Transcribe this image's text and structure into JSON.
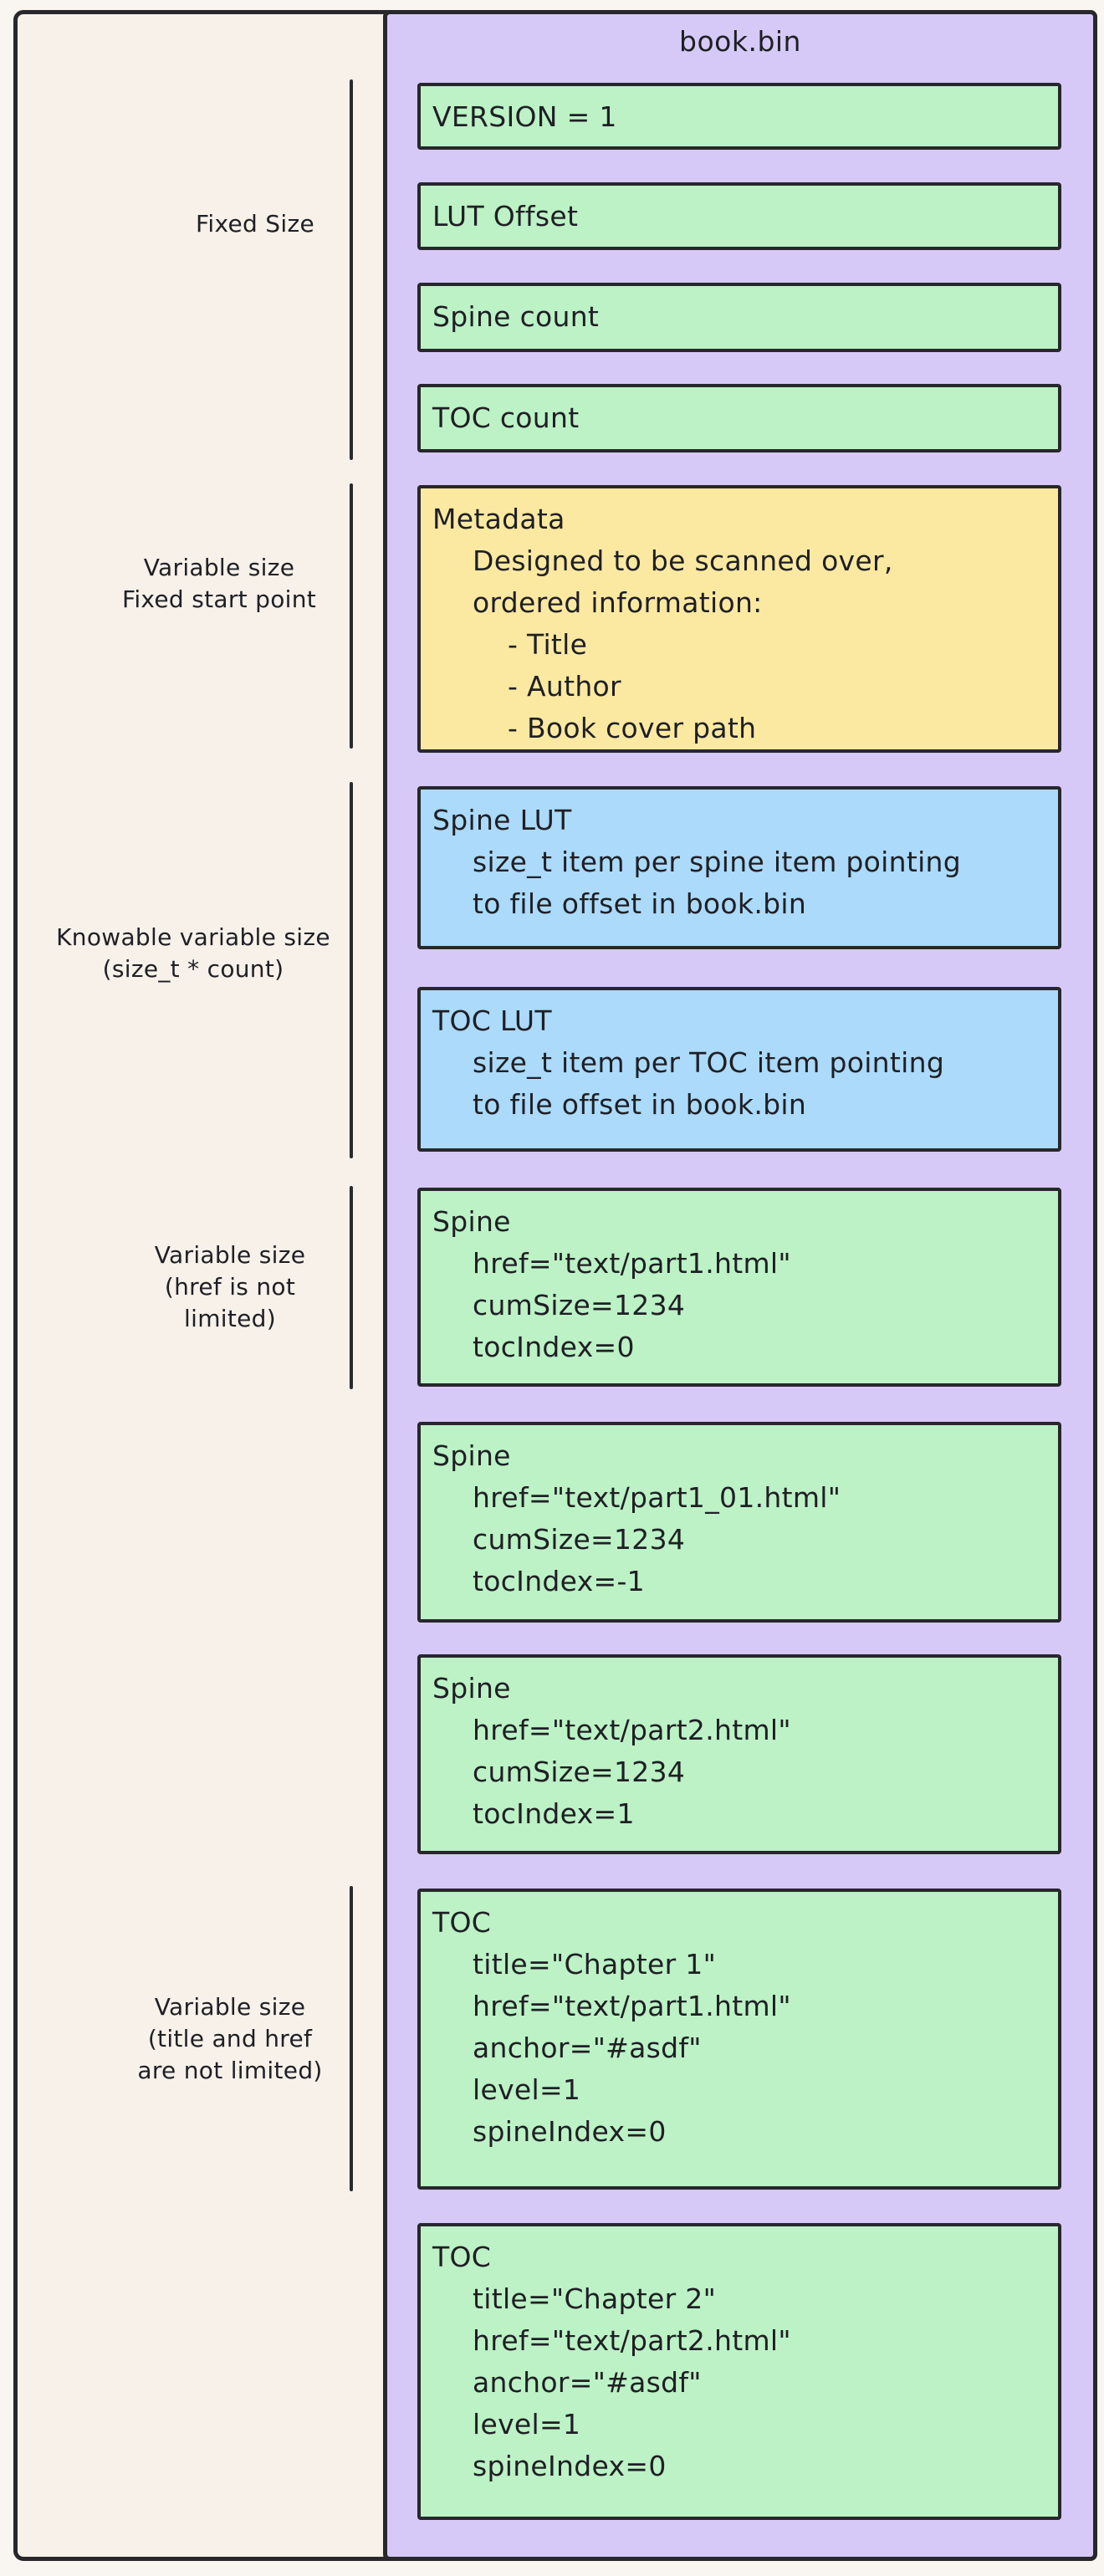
{
  "canvas": {
    "background": "#f7f1ea",
    "stroke": "#27272c"
  },
  "palette": {
    "purple": "#d6c9f7",
    "green": "#bcf2c6",
    "yellow": "#fbe9a2",
    "blue": "#abdafb"
  },
  "panel": {
    "title": "book.bin",
    "boxes": [
      {
        "name": "version",
        "color": "green",
        "lines": [
          "VERSION = 1"
        ]
      },
      {
        "name": "lut-offset",
        "color": "green",
        "lines": [
          "LUT Offset"
        ]
      },
      {
        "name": "spine-count",
        "color": "green",
        "lines": [
          "Spine count"
        ]
      },
      {
        "name": "toc-count",
        "color": "green",
        "lines": [
          "TOC count"
        ]
      },
      {
        "name": "metadata",
        "color": "yellow",
        "lines": [
          "Metadata",
          "Designed to be scanned over,",
          "ordered information:",
          "- Title",
          "- Author",
          "- Book cover path"
        ]
      },
      {
        "name": "spine-lut",
        "color": "blue",
        "lines": [
          "Spine LUT",
          "size_t item per spine item pointing",
          "to file offset in book.bin"
        ]
      },
      {
        "name": "toc-lut",
        "color": "blue",
        "lines": [
          "TOC LUT",
          "size_t item per TOC item pointing",
          "to file offset in book.bin"
        ]
      },
      {
        "name": "spine-1",
        "color": "green",
        "lines": [
          "Spine",
          "href=\"text/part1.html\"",
          "cumSize=1234",
          "tocIndex=0"
        ]
      },
      {
        "name": "spine-2",
        "color": "green",
        "lines": [
          "Spine",
          "href=\"text/part1_01.html\"",
          "cumSize=1234",
          "tocIndex=-1"
        ]
      },
      {
        "name": "spine-3",
        "color": "green",
        "lines": [
          "Spine",
          "href=\"text/part2.html\"",
          "cumSize=1234",
          "tocIndex=1"
        ]
      },
      {
        "name": "toc-1",
        "color": "green",
        "lines": [
          "TOC",
          "title=\"Chapter 1\"",
          "href=\"text/part1.html\"",
          "anchor=\"#asdf\"",
          "level=1",
          "spineIndex=0"
        ]
      },
      {
        "name": "toc-2",
        "color": "green",
        "lines": [
          "TOC",
          "title=\"Chapter 2\"",
          "href=\"text/part2.html\"",
          "anchor=\"#asdf\"",
          "level=1",
          "spineIndex=0"
        ]
      }
    ]
  },
  "left_labels": [
    {
      "lines": [
        "Fixed Size"
      ]
    },
    {
      "lines": [
        "Variable size",
        "Fixed start point"
      ]
    },
    {
      "lines": [
        "Knowable variable size",
        "(size_t * count)"
      ]
    },
    {
      "lines": [
        "Variable size",
        "(href is not",
        "limited)"
      ]
    },
    {
      "lines": [
        "Variable size",
        "(title and href",
        "are not limited)"
      ]
    }
  ]
}
